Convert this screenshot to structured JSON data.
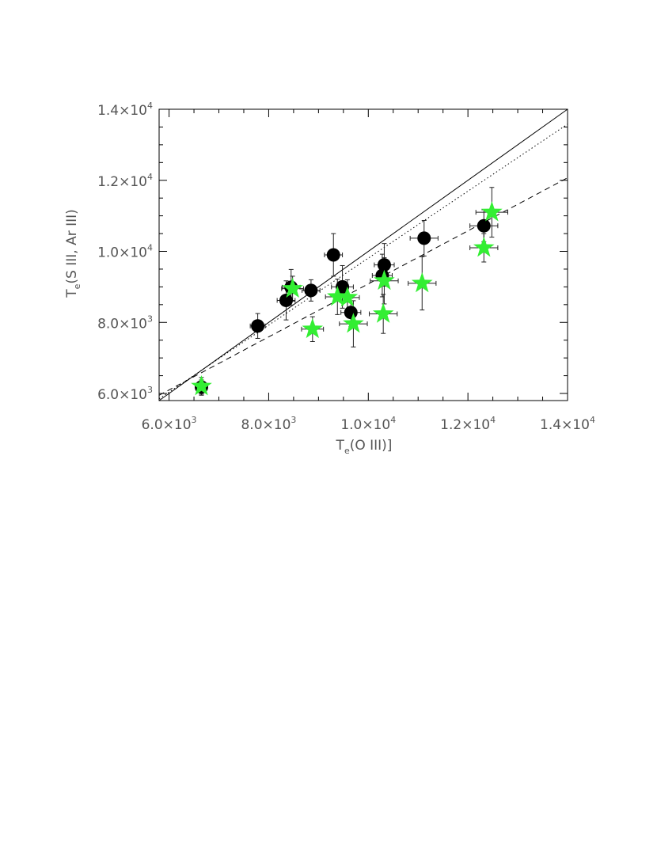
{
  "chart_data": {
    "type": "scatter",
    "xlabel": {
      "base": "T",
      "sub": "e",
      "rest": "(O III)]"
    },
    "ylabel": {
      "base": "T",
      "sub": "e",
      "rest": "(S III, Ar III)"
    },
    "xlim": [
      5800,
      14000
    ],
    "ylim": [
      5800,
      14000
    ],
    "x_ticks": [
      {
        "value": 6000,
        "mantissa": "6.0×10",
        "exp": "3"
      },
      {
        "value": 8000,
        "mantissa": "8.0×10",
        "exp": "3"
      },
      {
        "value": 10000,
        "mantissa": "1.0×10",
        "exp": "4"
      },
      {
        "value": 12000,
        "mantissa": "1.2×10",
        "exp": "4"
      },
      {
        "value": 14000,
        "mantissa": "1.4×10",
        "exp": "4"
      }
    ],
    "y_ticks": [
      {
        "value": 6000,
        "mantissa": "6.0×10",
        "exp": "3"
      },
      {
        "value": 8000,
        "mantissa": "8.0×10",
        "exp": "3"
      },
      {
        "value": 10000,
        "mantissa": "1.0×10",
        "exp": "4"
      },
      {
        "value": 12000,
        "mantissa": "1.2×10",
        "exp": "4"
      },
      {
        "value": 14000,
        "mantissa": "1.4×10",
        "exp": "4"
      }
    ],
    "grid": false,
    "lines": [
      {
        "style": "solid",
        "x": [
          5800,
          14000
        ],
        "y": [
          5800,
          14000
        ]
      },
      {
        "style": "dotted",
        "x": [
          5800,
          14000
        ],
        "y": [
          5850,
          13580
        ]
      },
      {
        "style": "dashed",
        "x": [
          5800,
          14000
        ],
        "y": [
          5950,
          12070
        ]
      }
    ],
    "series": [
      {
        "marker": "circle",
        "color": "#000000",
        "points": [
          {
            "x": 6650,
            "y": 6180,
            "xerr": 100,
            "yerr": 200
          },
          {
            "x": 7780,
            "y": 7900,
            "xerr": 150,
            "yerr": 350
          },
          {
            "x": 8350,
            "y": 8620,
            "xerr": 180,
            "yerr": 550
          },
          {
            "x": 8450,
            "y": 8990,
            "xerr": 180,
            "yerr": 500
          },
          {
            "x": 8850,
            "y": 8900,
            "xerr": 180,
            "yerr": 300
          },
          {
            "x": 9300,
            "y": 9900,
            "xerr": 180,
            "yerr": 600
          },
          {
            "x": 9480,
            "y": 9000,
            "xerr": 220,
            "yerr": 600
          },
          {
            "x": 9650,
            "y": 8280,
            "xerr": 200,
            "yerr": 400
          },
          {
            "x": 10280,
            "y": 9320,
            "xerr": 200,
            "yerr": 600
          },
          {
            "x": 10320,
            "y": 9620,
            "xerr": 200,
            "yerr": 600
          },
          {
            "x": 11120,
            "y": 10370,
            "xerr": 280,
            "yerr": 500
          },
          {
            "x": 12320,
            "y": 10720,
            "xerr": 280,
            "yerr": 450
          }
        ]
      },
      {
        "marker": "star",
        "color": "#33ee33",
        "points": [
          {
            "x": 6650,
            "y": 6200,
            "xerr": 100,
            "yerr": 250
          },
          {
            "x": 8480,
            "y": 8950,
            "xerr": 220,
            "yerr": 350
          },
          {
            "x": 8880,
            "y": 7810,
            "xerr": 220,
            "yerr": 350
          },
          {
            "x": 9380,
            "y": 8720,
            "xerr": 240,
            "yerr": 500
          },
          {
            "x": 9580,
            "y": 8700,
            "xerr": 240,
            "yerr": 500
          },
          {
            "x": 9700,
            "y": 7960,
            "xerr": 280,
            "yerr": 650
          },
          {
            "x": 10300,
            "y": 8240,
            "xerr": 280,
            "yerr": 550
          },
          {
            "x": 10320,
            "y": 9170,
            "xerr": 280,
            "yerr": 650
          },
          {
            "x": 11080,
            "y": 9100,
            "xerr": 280,
            "yerr": 750
          },
          {
            "x": 12320,
            "y": 10100,
            "xerr": 280,
            "yerr": 400
          },
          {
            "x": 12480,
            "y": 11100,
            "xerr": 320,
            "yerr": 700
          }
        ]
      }
    ]
  }
}
